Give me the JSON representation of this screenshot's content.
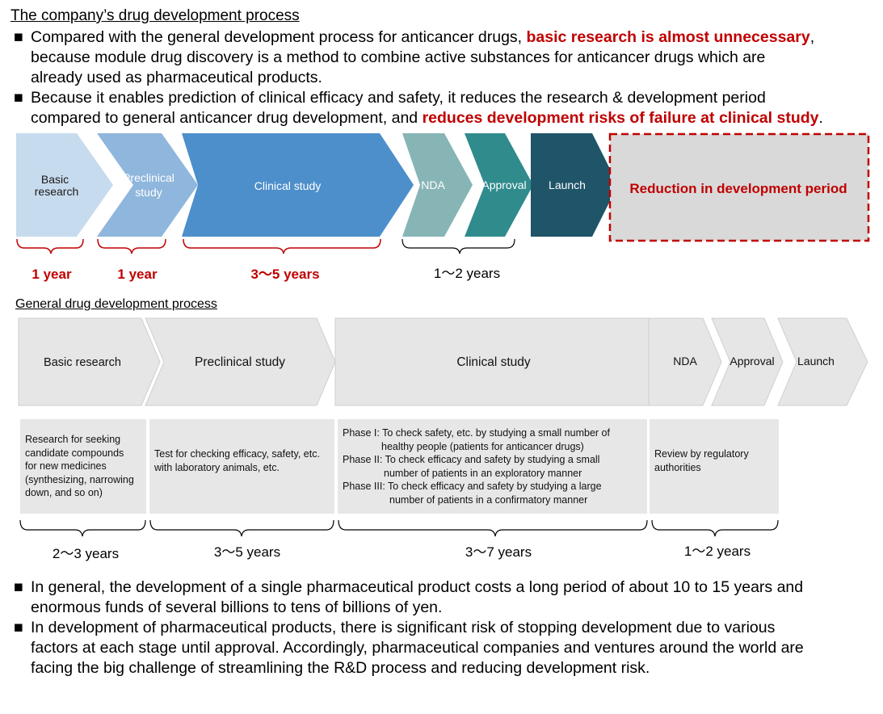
{
  "company": {
    "heading": "The company’s drug development process",
    "bullet1": {
      "marker": "■",
      "text_a": "Compared with the general development process for anticancer drugs, ",
      "highlight": "basic research is almost unnecessary",
      "text_b": ",",
      "line2": "because module drug discovery is a method to combine active substances for anticancer drugs which are",
      "line3": "already used as pharmaceutical products."
    },
    "bullet2": {
      "marker": "■",
      "line1": "Because it enables prediction of clinical efficacy and safety, it reduces the research & development period",
      "text_a": "compared to general anticancer drug development, and ",
      "highlight": "reduces development risks of failure at clinical study",
      "text_b": "."
    },
    "stages": [
      {
        "line1": "Basic",
        "line2": "research",
        "color": "#c7dbee"
      },
      {
        "line1": "Preclinical",
        "line2": "study",
        "color": "#8fb6dc"
      },
      {
        "label": "Clinical study",
        "color": "#4d8fcb"
      },
      {
        "label": "NDA",
        "color": "#87b5b6"
      },
      {
        "label": "Approval",
        "color": "#308b8d"
      },
      {
        "label": "Launch",
        "color": "#1f5469"
      }
    ],
    "reduction_label": "Reduction in development period",
    "durations": [
      "1 year",
      "1 year",
      "3～5 years",
      "1～2 years"
    ]
  },
  "general": {
    "heading": "General drug development process",
    "stages": [
      "Basic research",
      "Preclinical study",
      "Clinical study",
      "NDA",
      "Approval",
      "Launch"
    ],
    "descriptions": {
      "basic": [
        "Research for seeking",
        "candidate compounds",
        "for new medicines",
        "(synthesizing, narrowing",
        "down, and so on)"
      ],
      "preclinical": [
        "Test for checking efficacy, safety, etc.",
        "with laboratory animals, etc."
      ],
      "clinical": [
        "Phase I: To check safety, etc. by studying a small number of",
        "healthy people (patients for anticancer drugs)",
        "Phase II: To check efficacy and safety by studying a small",
        "number of patients in an exploratory manner",
        "Phase III: To check efficacy and safety by studying a large",
        "number of patients in a confirmatory manner"
      ],
      "nda": [
        "Review by regulatory",
        "authorities"
      ]
    },
    "durations": [
      "2～3 years",
      "3～5 years",
      "3～7 years",
      "1～2 years"
    ]
  },
  "footer": {
    "bullet1": {
      "marker": "■",
      "line1": "In general, the development of a single pharmaceutical product costs a long period of about 10 to 15 years and",
      "line2": "enormous funds of several billions to tens of billions of yen."
    },
    "bullet2": {
      "marker": "■",
      "line1": "In development of pharmaceutical products, there is significant risk of stopping development due to various",
      "line2": "factors at each stage until approval. Accordingly, pharmaceutical companies and ventures around the world are",
      "line3": "facing the big challenge of streamlining the R&D process and reducing development risk."
    }
  }
}
